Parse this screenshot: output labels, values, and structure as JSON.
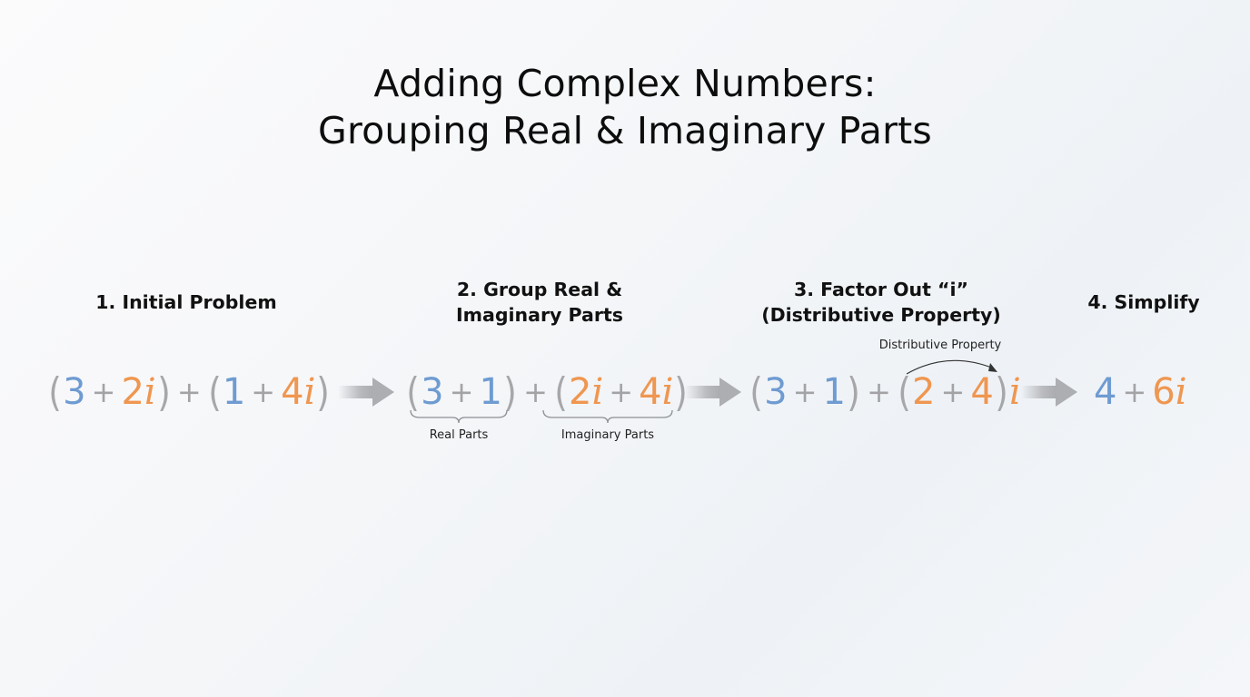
{
  "title": {
    "line1": "Adding Complex Numbers:",
    "line2": "Grouping Real & Imaginary Parts"
  },
  "colors": {
    "real": "#6e9bd1",
    "imaginary": "#ef9650",
    "operator": "#a3a3a5",
    "parenthesis": "#a7a7a9",
    "arrow": "#b3b4b8",
    "text": "#111111"
  },
  "steps": [
    {
      "heading_line1": "1. Initial Problem",
      "heading_line2": "",
      "expression": "(3 + 2i) + (1 + 4i)",
      "tokens": [
        "(",
        "3",
        "+",
        "2i",
        ")",
        "+",
        "(",
        "1",
        "+",
        "4i",
        ")"
      ]
    },
    {
      "heading_line1": "2. Group Real &",
      "heading_line2": "Imaginary Parts",
      "expression": "(3 + 1) + (2i + 4i)",
      "tokens": [
        "(",
        "3",
        "+",
        "1",
        ")",
        "+",
        "(",
        "2i",
        "+",
        "4i",
        ")"
      ],
      "brace_labels": [
        "Real Parts",
        "Imaginary Parts"
      ]
    },
    {
      "heading_line1": "3. Factor Out “i”",
      "heading_line2": "(Distributive Property)",
      "expression": "(3 + 1) + (2 + 4)i",
      "tokens": [
        "(",
        "3",
        "+",
        "1",
        ")",
        "+",
        "(",
        "2",
        "+",
        "4",
        ")",
        "i"
      ],
      "annotation": "Distributive Property"
    },
    {
      "heading_line1": "4. Simplify",
      "heading_line2": "",
      "expression": "4 + 6i",
      "tokens": [
        "4",
        "+",
        "6i"
      ]
    }
  ],
  "glyphs": {
    "i": "i",
    "two": "2",
    "four": "4",
    "six": "6"
  }
}
